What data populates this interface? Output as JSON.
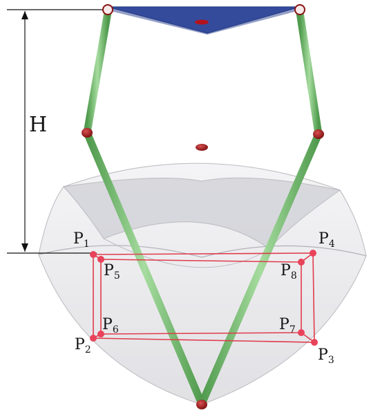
{
  "dimension": {
    "label": "H"
  },
  "points": [
    {
      "id": "p1",
      "name": "P",
      "sub": "1"
    },
    {
      "id": "p2",
      "name": "P",
      "sub": "2"
    },
    {
      "id": "p3",
      "name": "P",
      "sub": "3"
    },
    {
      "id": "p4",
      "name": "P",
      "sub": "4"
    },
    {
      "id": "p5",
      "name": "P",
      "sub": "5"
    },
    {
      "id": "p6",
      "name": "P",
      "sub": "6"
    },
    {
      "id": "p7",
      "name": "P",
      "sub": "7"
    },
    {
      "id": "p8",
      "name": "P",
      "sub": "8"
    }
  ],
  "colors": {
    "platform": "#3d55a8",
    "legs": "#7cc47a",
    "joints": "#9b1414",
    "points": "#e8435a",
    "rect": "#e03b4b",
    "workspace": "#e7e7ea"
  }
}
